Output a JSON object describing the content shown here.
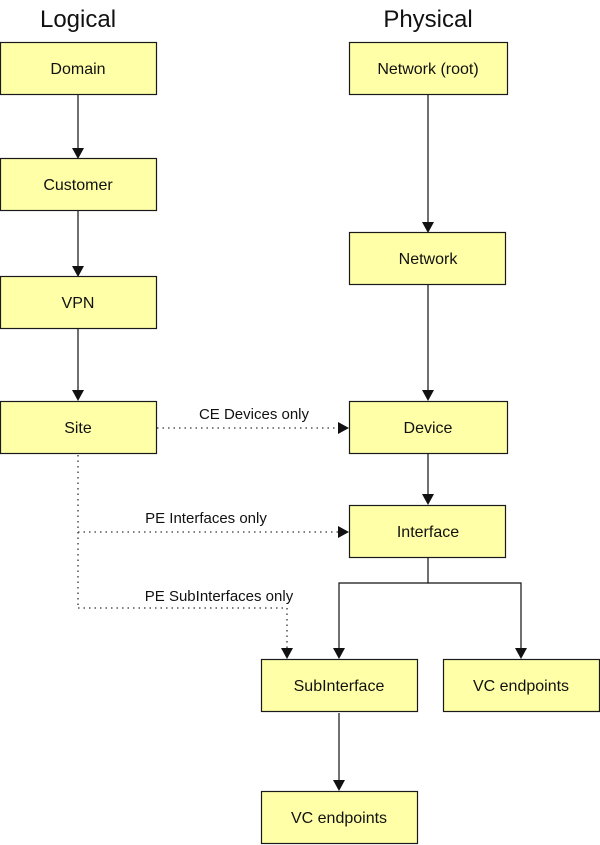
{
  "columns": {
    "logical": "Logical",
    "physical": "Physical"
  },
  "nodes": {
    "domain": "Domain",
    "customer": "Customer",
    "vpn": "VPN",
    "site": "Site",
    "network_root": "Network (root)",
    "network": "Network",
    "device": "Device",
    "interface": "Interface",
    "subinterface": "SubInterface",
    "vc_endpoints_interface": "VC endpoints",
    "vc_endpoints_subinterface": "VC endpoints"
  },
  "links": {
    "ce_devices": "CE Devices only",
    "pe_interfaces": "PE Interfaces only",
    "pe_subinterfaces": "PE SubInterfaces only"
  },
  "colors": {
    "box_fill": "#ffffa8",
    "box_border": "#1a1a1a"
  }
}
